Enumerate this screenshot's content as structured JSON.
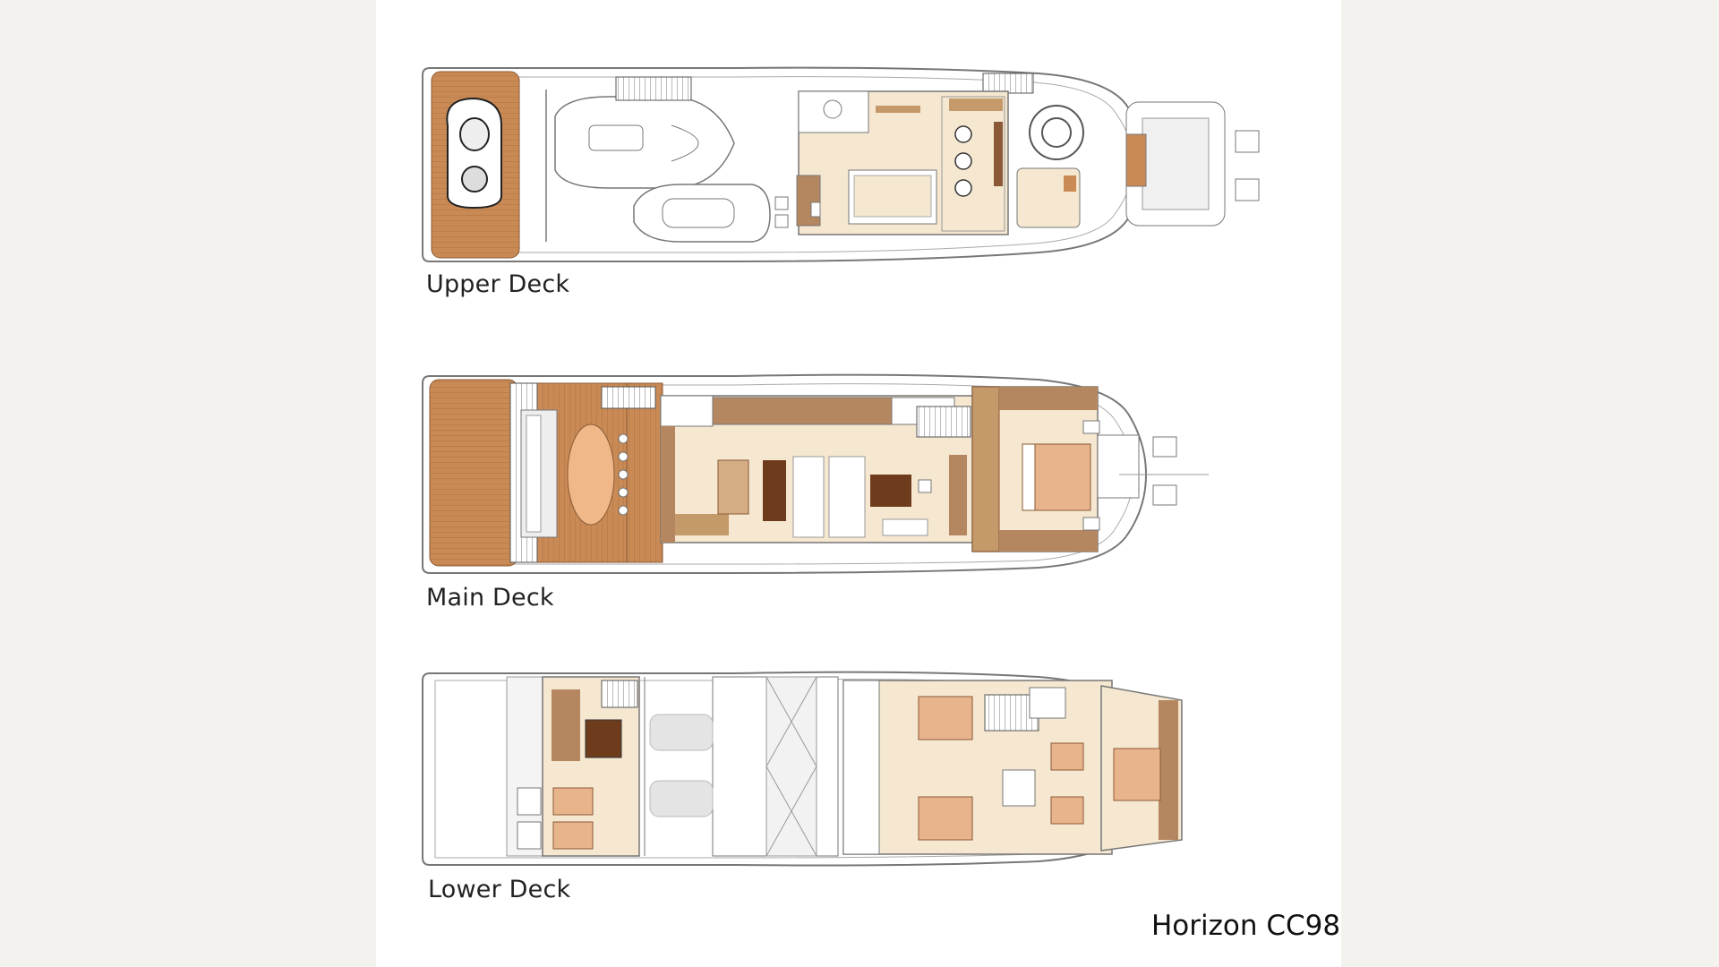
{
  "decks": [
    {
      "label": "Upper Deck"
    },
    {
      "label": "Main Deck"
    },
    {
      "label": "Lower Deck"
    }
  ],
  "model_name": "Horizon CC98",
  "colors": {
    "background": "#f4f2ee",
    "sheet": "#ffffff",
    "teak": "#c98a55",
    "wood_dark": "#8a5a36",
    "wood_mid": "#b48760",
    "cream": "#f3e4cc",
    "hull_line": "#8c8c8c"
  }
}
